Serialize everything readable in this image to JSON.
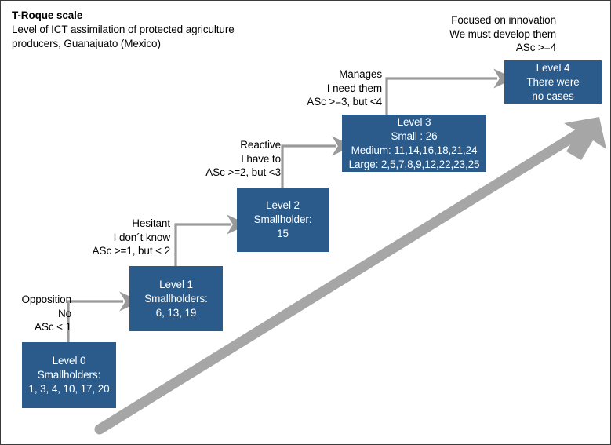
{
  "title": {
    "heading": "T-Roque scale",
    "subtitle_line1": "Level of ICT assimilation of protected agriculture",
    "subtitle_line2": "producers, Guanajuato (Mexico)"
  },
  "colors": {
    "box_fill": "#2a5b8a",
    "box_text": "#ffffff",
    "arrow_gray": "#a6a6a6",
    "connector_gray": "#9a9a9a",
    "frame_border": "#3a3a3a",
    "background": "#ffffff"
  },
  "levels": [
    {
      "id": "level0",
      "line1": "Level 0",
      "line2": "Smallholders:",
      "line3": "1, 3, 4, 10, 17, 20",
      "line4": ""
    },
    {
      "id": "level1",
      "line1": "Level 1",
      "line2": "Smallholders:",
      "line3": "6, 13, 19",
      "line4": ""
    },
    {
      "id": "level2",
      "line1": "Level 2",
      "line2": "Smallholder:",
      "line3": "15",
      "line4": ""
    },
    {
      "id": "level3",
      "line1": "Level 3",
      "line2": "Small : 26",
      "line3": "Medium: 11,14,16,18,21,24",
      "line4": "Large: 2,5,7,8,9,12,22,23,25"
    },
    {
      "id": "level4",
      "line1": "Level 4",
      "line2": "There were",
      "line3": "no cases",
      "line4": ""
    }
  ],
  "transitions": [
    {
      "id": "to-level1",
      "line1": "Opposition",
      "line2": "No",
      "line3": "ASc < 1"
    },
    {
      "id": "to-level2",
      "line1": "Hesitant",
      "line2": "I don´t know",
      "line3": "ASc >=1, but < 2"
    },
    {
      "id": "to-level3",
      "line1": "Reactive",
      "line2": "I have to",
      "line3": "ASc >=2, but <3"
    },
    {
      "id": "to-level4",
      "line1": "Manages",
      "line2": "I need them",
      "line3": "ASc >=3, but <4"
    },
    {
      "id": "at-level4",
      "line1": "Focused on innovation",
      "line2": "We must develop them",
      "line3": "ASc >=4"
    }
  ],
  "progress_arrow": {
    "name": "ascending-progress-arrow",
    "direction": "bottom-left-to-top-right"
  }
}
